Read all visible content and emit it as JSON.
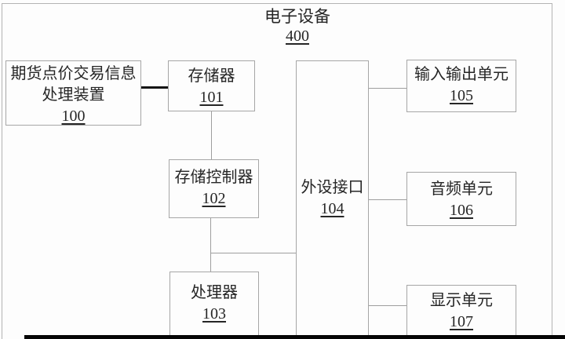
{
  "diagram": {
    "title": {
      "label": "电子设备",
      "ref": "400"
    },
    "nodes": [
      {
        "name": "processing-device",
        "lines": [
          "期货点价交易信息",
          "处理装置"
        ],
        "ref": "100"
      },
      {
        "name": "memory",
        "lines": [
          "存储器"
        ],
        "ref": "101"
      },
      {
        "name": "storage-controller",
        "lines": [
          "存储控制器"
        ],
        "ref": "102"
      },
      {
        "name": "processor",
        "lines": [
          "处理器"
        ],
        "ref": "103"
      },
      {
        "name": "peripheral-interface",
        "lines": [
          "外设接口"
        ],
        "ref": "104"
      },
      {
        "name": "input-output-unit",
        "lines": [
          "输入输出单元"
        ],
        "ref": "105"
      },
      {
        "name": "audio-unit",
        "lines": [
          "音频单元"
        ],
        "ref": "106"
      },
      {
        "name": "display-unit",
        "lines": [
          "显示单元"
        ],
        "ref": "107"
      }
    ],
    "connections": [
      {
        "from": "100",
        "to": "101",
        "style": "thick"
      },
      {
        "from": "101",
        "to": "102",
        "style": "thin"
      },
      {
        "from": "102",
        "to": "103",
        "style": "thin"
      },
      {
        "from": "102",
        "to": "104",
        "style": "thin"
      },
      {
        "from": "104",
        "to": "105",
        "style": "thin"
      },
      {
        "from": "104",
        "to": "106",
        "style": "thin"
      },
      {
        "from": "104",
        "to": "107",
        "style": "thin"
      }
    ],
    "colors": {
      "background": "#fdfdfd",
      "box_border": "#a6a6a6",
      "frame_border": "#b3b3b3",
      "text": "#262626",
      "connector": "#9e9e9e",
      "thick_connector": "#141414",
      "bottom_bar": "#000000"
    }
  }
}
